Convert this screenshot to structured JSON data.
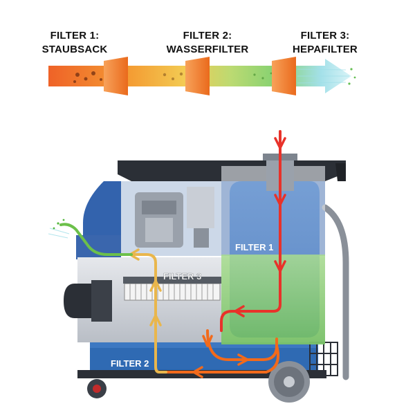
{
  "headings": {
    "filter1": {
      "line1": "FILTER 1:",
      "line2": "STAUBSACK"
    },
    "filter2": {
      "line1": "FILTER 2:",
      "line2": "WASSERFILTER"
    },
    "filter3": {
      "line1": "FILTER 3:",
      "line2": "HEPAFILTER"
    }
  },
  "labels": {
    "filter1": "FILTER 1",
    "filter2": "FILTER 2",
    "filter3": "FILTER 3"
  },
  "colors": {
    "orange": "#f26a1b",
    "red_flow": "#e8322a",
    "yellow_flow": "#e9b64c",
    "green_flow": "#6cc04a",
    "body_blue": "#2f5fa8",
    "dark_body": "#2b2f36",
    "water_green": "#8ed07a"
  }
}
